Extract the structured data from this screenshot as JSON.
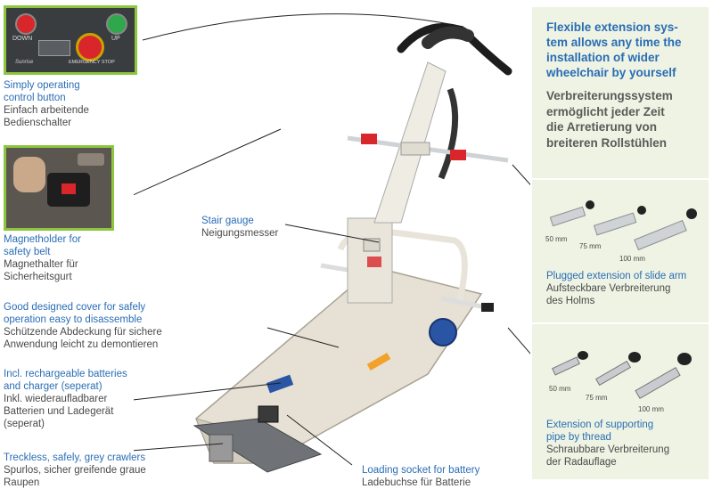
{
  "control_panel": {
    "down_label": "DOWN",
    "up_label": "UP",
    "stop_label": "EMERGENCY STOP",
    "brand": "Sunrise",
    "caption_en": [
      "Simply operating",
      "control button"
    ],
    "caption_de": [
      "Einfach arbeitende",
      "Bedienschalter"
    ]
  },
  "magnet": {
    "caption_en": [
      "Magnetholder for",
      "safety belt"
    ],
    "caption_de": [
      "Magnethalter für",
      "Sicherheitsgurt"
    ]
  },
  "stair_gauge": {
    "en": "Stair gauge",
    "de": "Neigungsmesser"
  },
  "cover": {
    "en": [
      "Good designed cover for safely",
      "operation easy to disassemble"
    ],
    "de": [
      "Schützende Abdeckung für sichere",
      "Anwendung leicht zu demontieren"
    ]
  },
  "batteries": {
    "en": [
      "Incl. rechargeable batteries",
      "and charger (seperat)"
    ],
    "de": [
      "Inkl. wiederaufladbarer",
      "Batterien und Ladegerät",
      "(seperat)"
    ]
  },
  "crawlers": {
    "en": "Treckless, safely, grey crawlers",
    "de": [
      "Spurlos, sicher greifende graue",
      "Raupen"
    ]
  },
  "socket": {
    "en": "Loading socket for battery",
    "de": "Ladebuchse für Batterie"
  },
  "panel": {
    "title_en": [
      "Flexible extension sys-",
      "tem allows any time the",
      "installation of wider",
      "wheelchair by yourself"
    ],
    "title_de": [
      "Verbreiterungssystem",
      "ermöglicht jeder Zeit",
      "die Arretierung von",
      "breiteren Rollstühlen"
    ],
    "arm_sizes": [
      "50 mm",
      "75 mm",
      "100 mm"
    ],
    "arm_en": "Plugged extension of slide arm",
    "arm_de": [
      "Aufsteckbare Verbreiterung",
      "des Holms"
    ],
    "pipe_sizes": [
      "50 mm",
      "75 mm",
      "100 mm"
    ],
    "pipe_en": [
      "Extension of supporting",
      "pipe by thread"
    ],
    "pipe_de": [
      "Schraubbare Verbreiterung",
      "der Radauflage"
    ]
  },
  "colors": {
    "accent_blue": "#2a6db5",
    "frame_green": "#8cc63f",
    "panel_bg": "#eef3e3",
    "button_red": "#d9262b",
    "button_green": "#2ea84b"
  }
}
